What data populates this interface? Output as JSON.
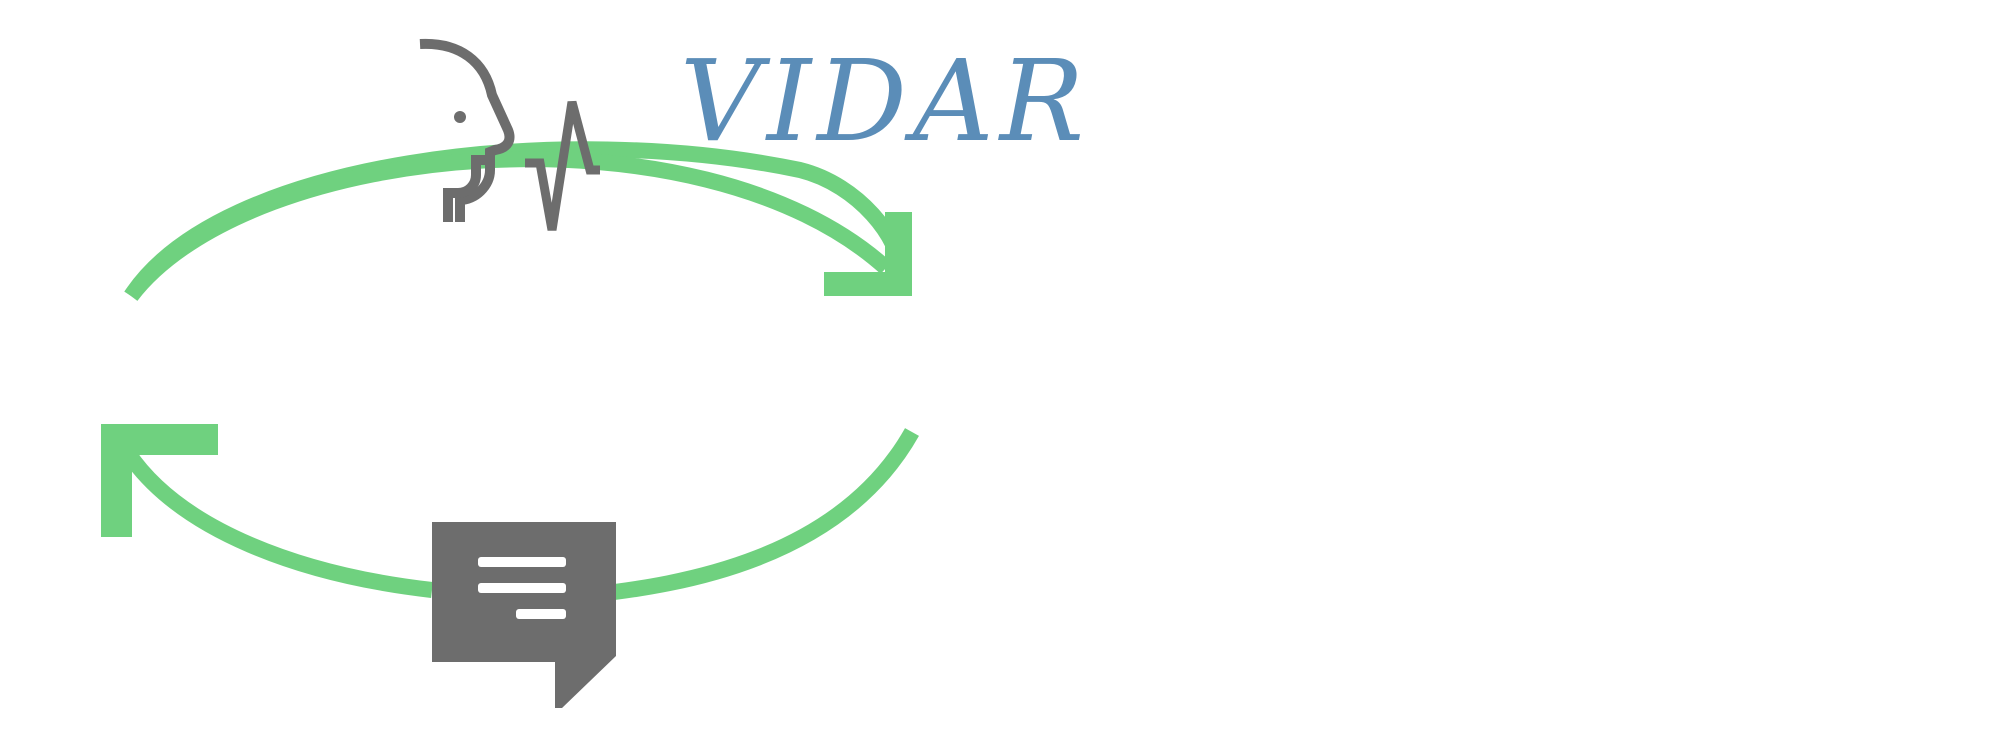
{
  "logo": {
    "wordmark": "VIDAR",
    "brand_color": "#5b8db8",
    "icon": "head-profile-pulse-icon",
    "icon_color": "#6d6d6d"
  },
  "cycle": {
    "arrow_color": "#6fd17f",
    "arrows": [
      {
        "name": "top-arc-arrow",
        "direction": "clockwise-right-down"
      },
      {
        "name": "bottom-arc-arrow",
        "direction": "clockwise-left-up"
      }
    ]
  },
  "message": {
    "icon": "chat-bubble-icon",
    "color": "#6d6d6d"
  }
}
